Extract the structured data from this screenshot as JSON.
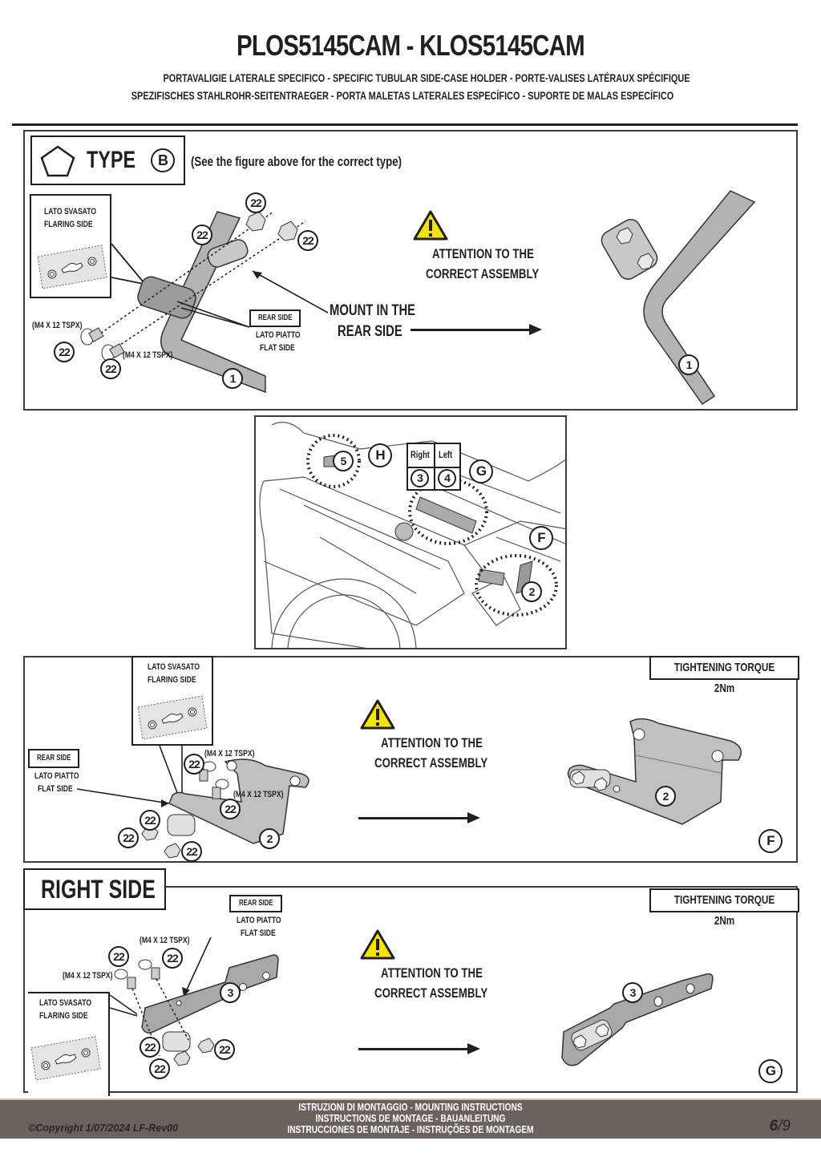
{
  "header": {
    "title": "PLOS5145CAM - KLOS5145CAM",
    "subtitle_line1": "PORTAVALIGIE LATERALE SPECIFICO  -  SPECIFIC TUBULAR SIDE-CASE HOLDER  - PORTE-VALISES LATÉRAUX SPÉCIFIQUE",
    "subtitle_line2": "SPEZIFISCHES STAHLROHR-SEITENTRAEGER - PORTA MALETAS LATERALES ESPECÍFICO - SUPORTE DE MALAS ESPECÍFICO"
  },
  "panel_type": {
    "type_label": "TYPE",
    "type_letter": "B",
    "type_note": "(See the figure above for the correct type)",
    "flaring_label_line1": "LATO SVASATO",
    "flaring_label_line2": "FLARING SIDE",
    "rear_side_label": "REAR  SIDE",
    "flat_label_line1": "LATO PIATTO",
    "flat_label_line2": "FLAT SIDE",
    "screw_spec_1": "(M4 X 12 TSPX)",
    "screw_spec_2": "(M4 X 12 TSPX)",
    "part_numbers": [
      "22",
      "22",
      "22",
      "22",
      "22"
    ],
    "part_1": "1",
    "mount_line1": "MOUNT IN THE",
    "mount_line2": "REAR  SIDE",
    "attention_line1": "ATTENTION TO THE",
    "attention_line2": "CORRECT ASSEMBLY",
    "result_part": "1"
  },
  "panel_overview": {
    "label_h": "H",
    "label_g": "G",
    "label_f": "F",
    "part_5": "5",
    "part_2": "2",
    "table": {
      "headers": [
        "Right",
        "Left"
      ],
      "values": [
        "3",
        "4"
      ]
    }
  },
  "panel_f": {
    "flaring_label_line1": "LATO SVASATO",
    "flaring_label_line2": "FLARING SIDE",
    "rear_side_label": "REAR  SIDE",
    "flat_label_line1": "LATO PIATTO",
    "flat_label_line2": "FLAT SIDE",
    "screw_spec_1": "(M4 X 12 TSPX)",
    "screw_spec_2": "(M4 X 12 TSPX)",
    "part_22": "22",
    "part_2": "2",
    "torque_label": "TIGHTENING TORQUE 2Nm",
    "attention_line1": "ATTENTION TO THE",
    "attention_line2": "CORRECT ASSEMBLY",
    "result_part": "2",
    "section_letter": "F"
  },
  "panel_g": {
    "section_title": "RIGHT SIDE",
    "rear_side_label": "REAR  SIDE",
    "flat_label_line1": "LATO PIATTO",
    "flat_label_line2": "FLAT SIDE",
    "flaring_label_line1": "LATO SVASATO",
    "flaring_label_line2": "FLARING SIDE",
    "screw_spec_1": "(M4 X 12 TSPX)",
    "screw_spec_2": "(M4 X 12 TSPX)",
    "part_22": "22",
    "part_3": "3",
    "torque_label": "TIGHTENING TORQUE 2Nm",
    "attention_line1": "ATTENTION TO THE",
    "attention_line2": "CORRECT ASSEMBLY",
    "result_part": "3",
    "section_letter": "G"
  },
  "footer": {
    "line1": "ISTRUZIONI DI MONTAGGIO  -  MOUNTING INSTRUCTIONS",
    "line2": "INSTRUCTIONS DE MONTAGE - BAUANLEITUNG",
    "line3": "INSTRUCCIONES DE MONTAJE - INSTRUÇÕES DE MONTAGEM",
    "copyright": "©Copyright 1/07/2024 LF-Rev00",
    "page_current": "6",
    "page_total": "/9"
  },
  "colors": {
    "warning_yellow": "#f2e600",
    "part_gray": "#b3b3b3",
    "footer_bg": "#6b625e"
  }
}
